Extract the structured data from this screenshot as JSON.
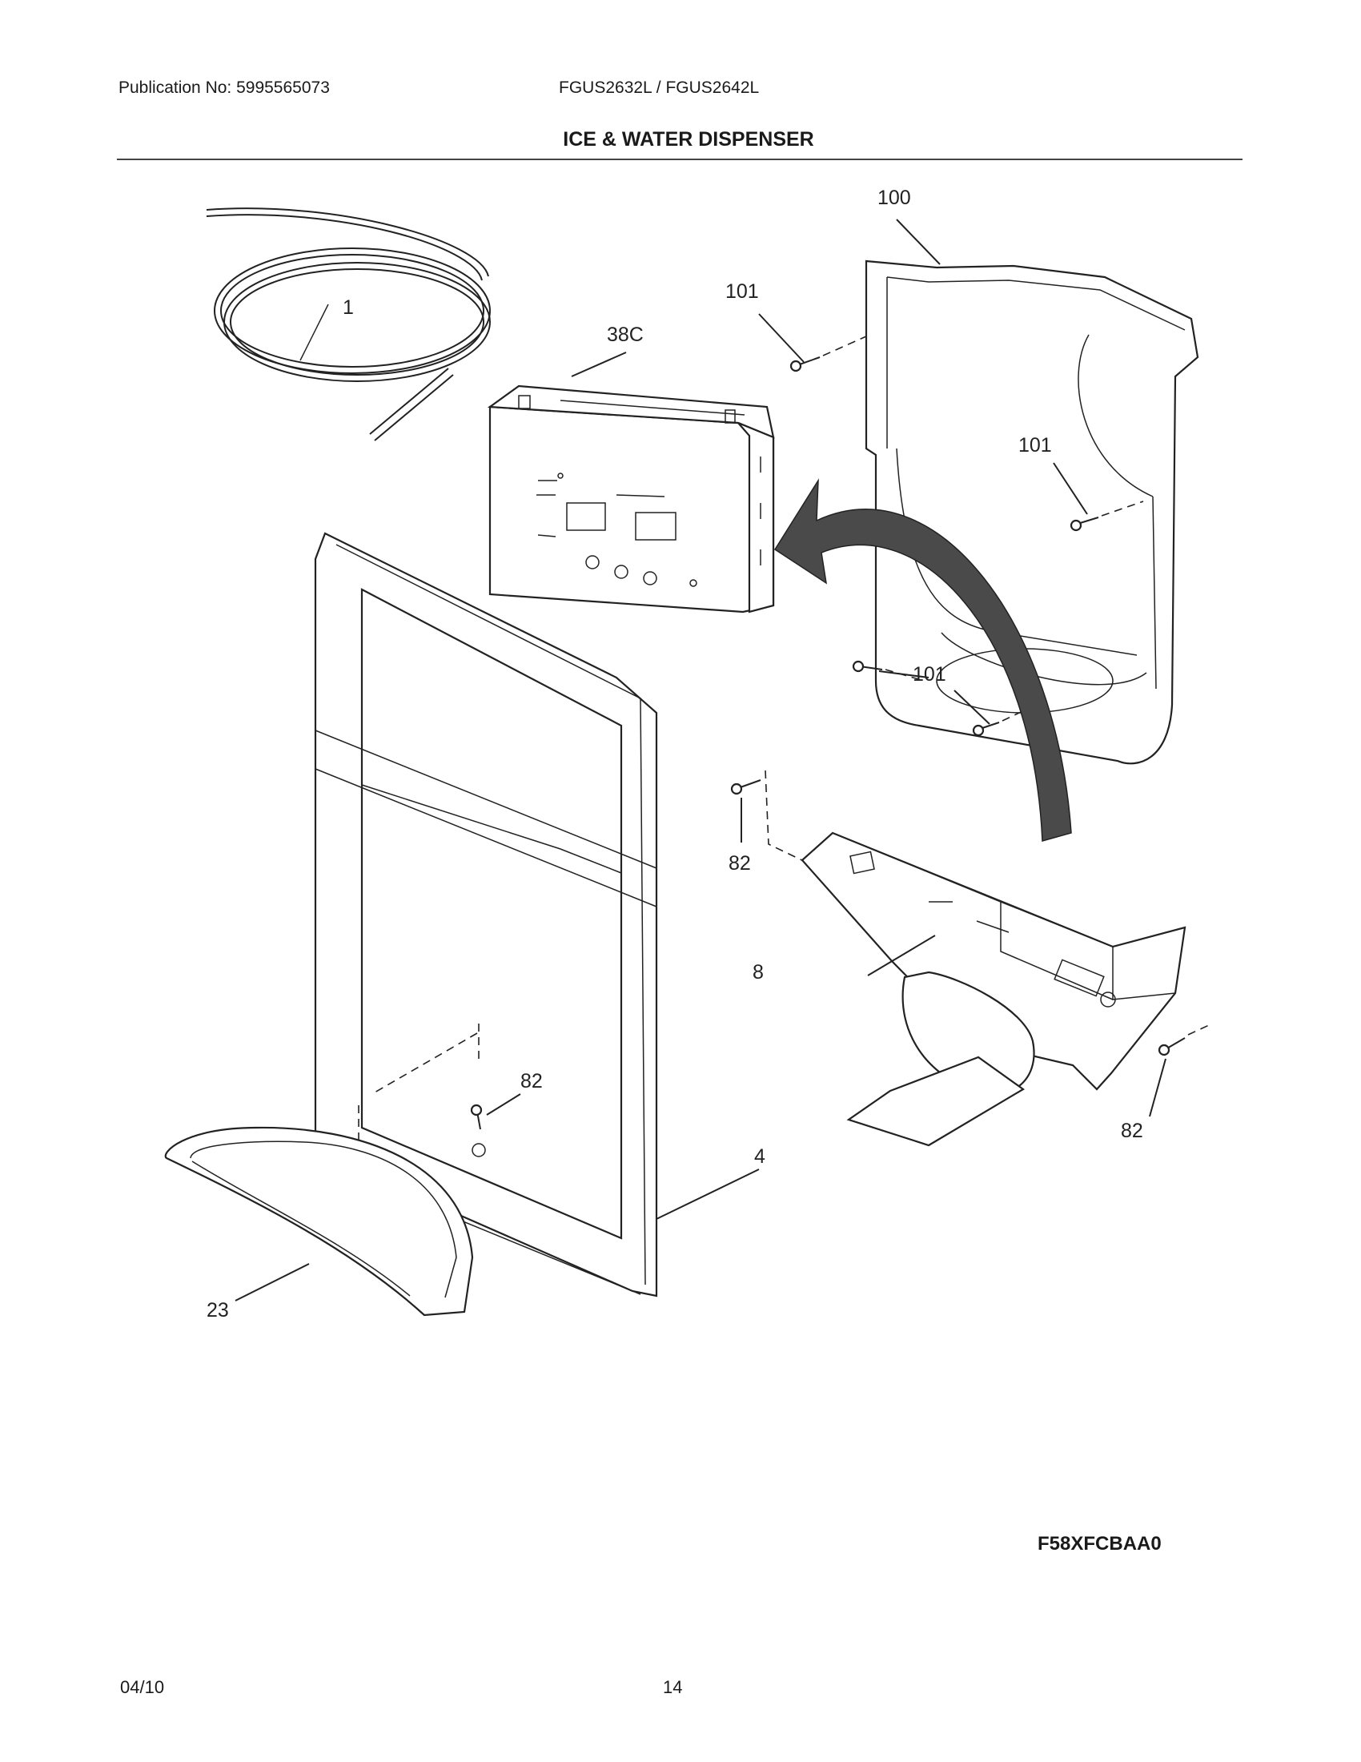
{
  "header": {
    "publication": "Publication No: 5995565073",
    "models": "FGUS2632L / FGUS2642L",
    "title": "ICE & WATER DISPENSER"
  },
  "diagram": {
    "callouts": {
      "c1": "1",
      "c38c": "38C",
      "c100": "100",
      "c101a": "101",
      "c101b": "101",
      "c101c": "101",
      "c82a": "82",
      "c8": "8",
      "c82b": "82",
      "c82c": "82",
      "c4": "4",
      "c23": "23"
    }
  },
  "footer": {
    "figure_code": "F58XFCBAA0",
    "date": "04/10",
    "page_number": "14"
  }
}
